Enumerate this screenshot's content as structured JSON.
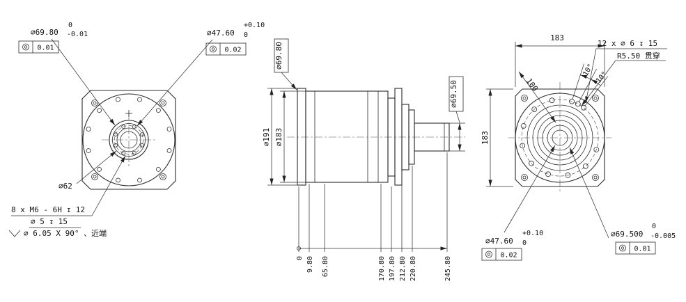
{
  "drawing": {
    "front": {
      "d1": {
        "label": "∅69.80",
        "tol_up": "0",
        "tol_dn": "-0.01",
        "fcf_val": "0.01"
      },
      "d2": {
        "label": "∅47.60",
        "tol_up": "+0.10",
        "tol_dn": "0",
        "fcf_val": "0.02"
      },
      "d3": "∅62",
      "note1": "8 x M6 - 6H ↧ 12",
      "note2": "∅ 5 ↧ 15",
      "note3": "∅ 6.05 X 90° 、近端"
    },
    "side": {
      "top_dia": "∅69.80",
      "d191": "∅191",
      "d183": "∅183",
      "right_dia": "∅69.50",
      "ordinates": [
        "0",
        "9.80",
        "65.80",
        "170.80",
        "197.80",
        "212.80",
        "220.80",
        "245.80"
      ]
    },
    "rear": {
      "width": "183",
      "height": "183",
      "bolt_circle": "100",
      "holes_note": "12 x ∅ 6 ↧ 15",
      "radius_note": "R5.50 贯穿",
      "angle1": "10°",
      "angle2": "10°",
      "d47": {
        "label": "∅47.60",
        "tol_up": "+0.10",
        "tol_dn": "0",
        "fcf_val": "0.02"
      },
      "d695": {
        "label": "∅69.500",
        "tol_up": "0",
        "tol_dn": "-0.005",
        "fcf_val": "0.01"
      }
    }
  }
}
